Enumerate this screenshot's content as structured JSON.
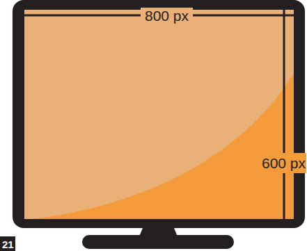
{
  "diagram": {
    "labels": [
      "800 px",
      "600 px",
      "21"
    ]
  }
}
